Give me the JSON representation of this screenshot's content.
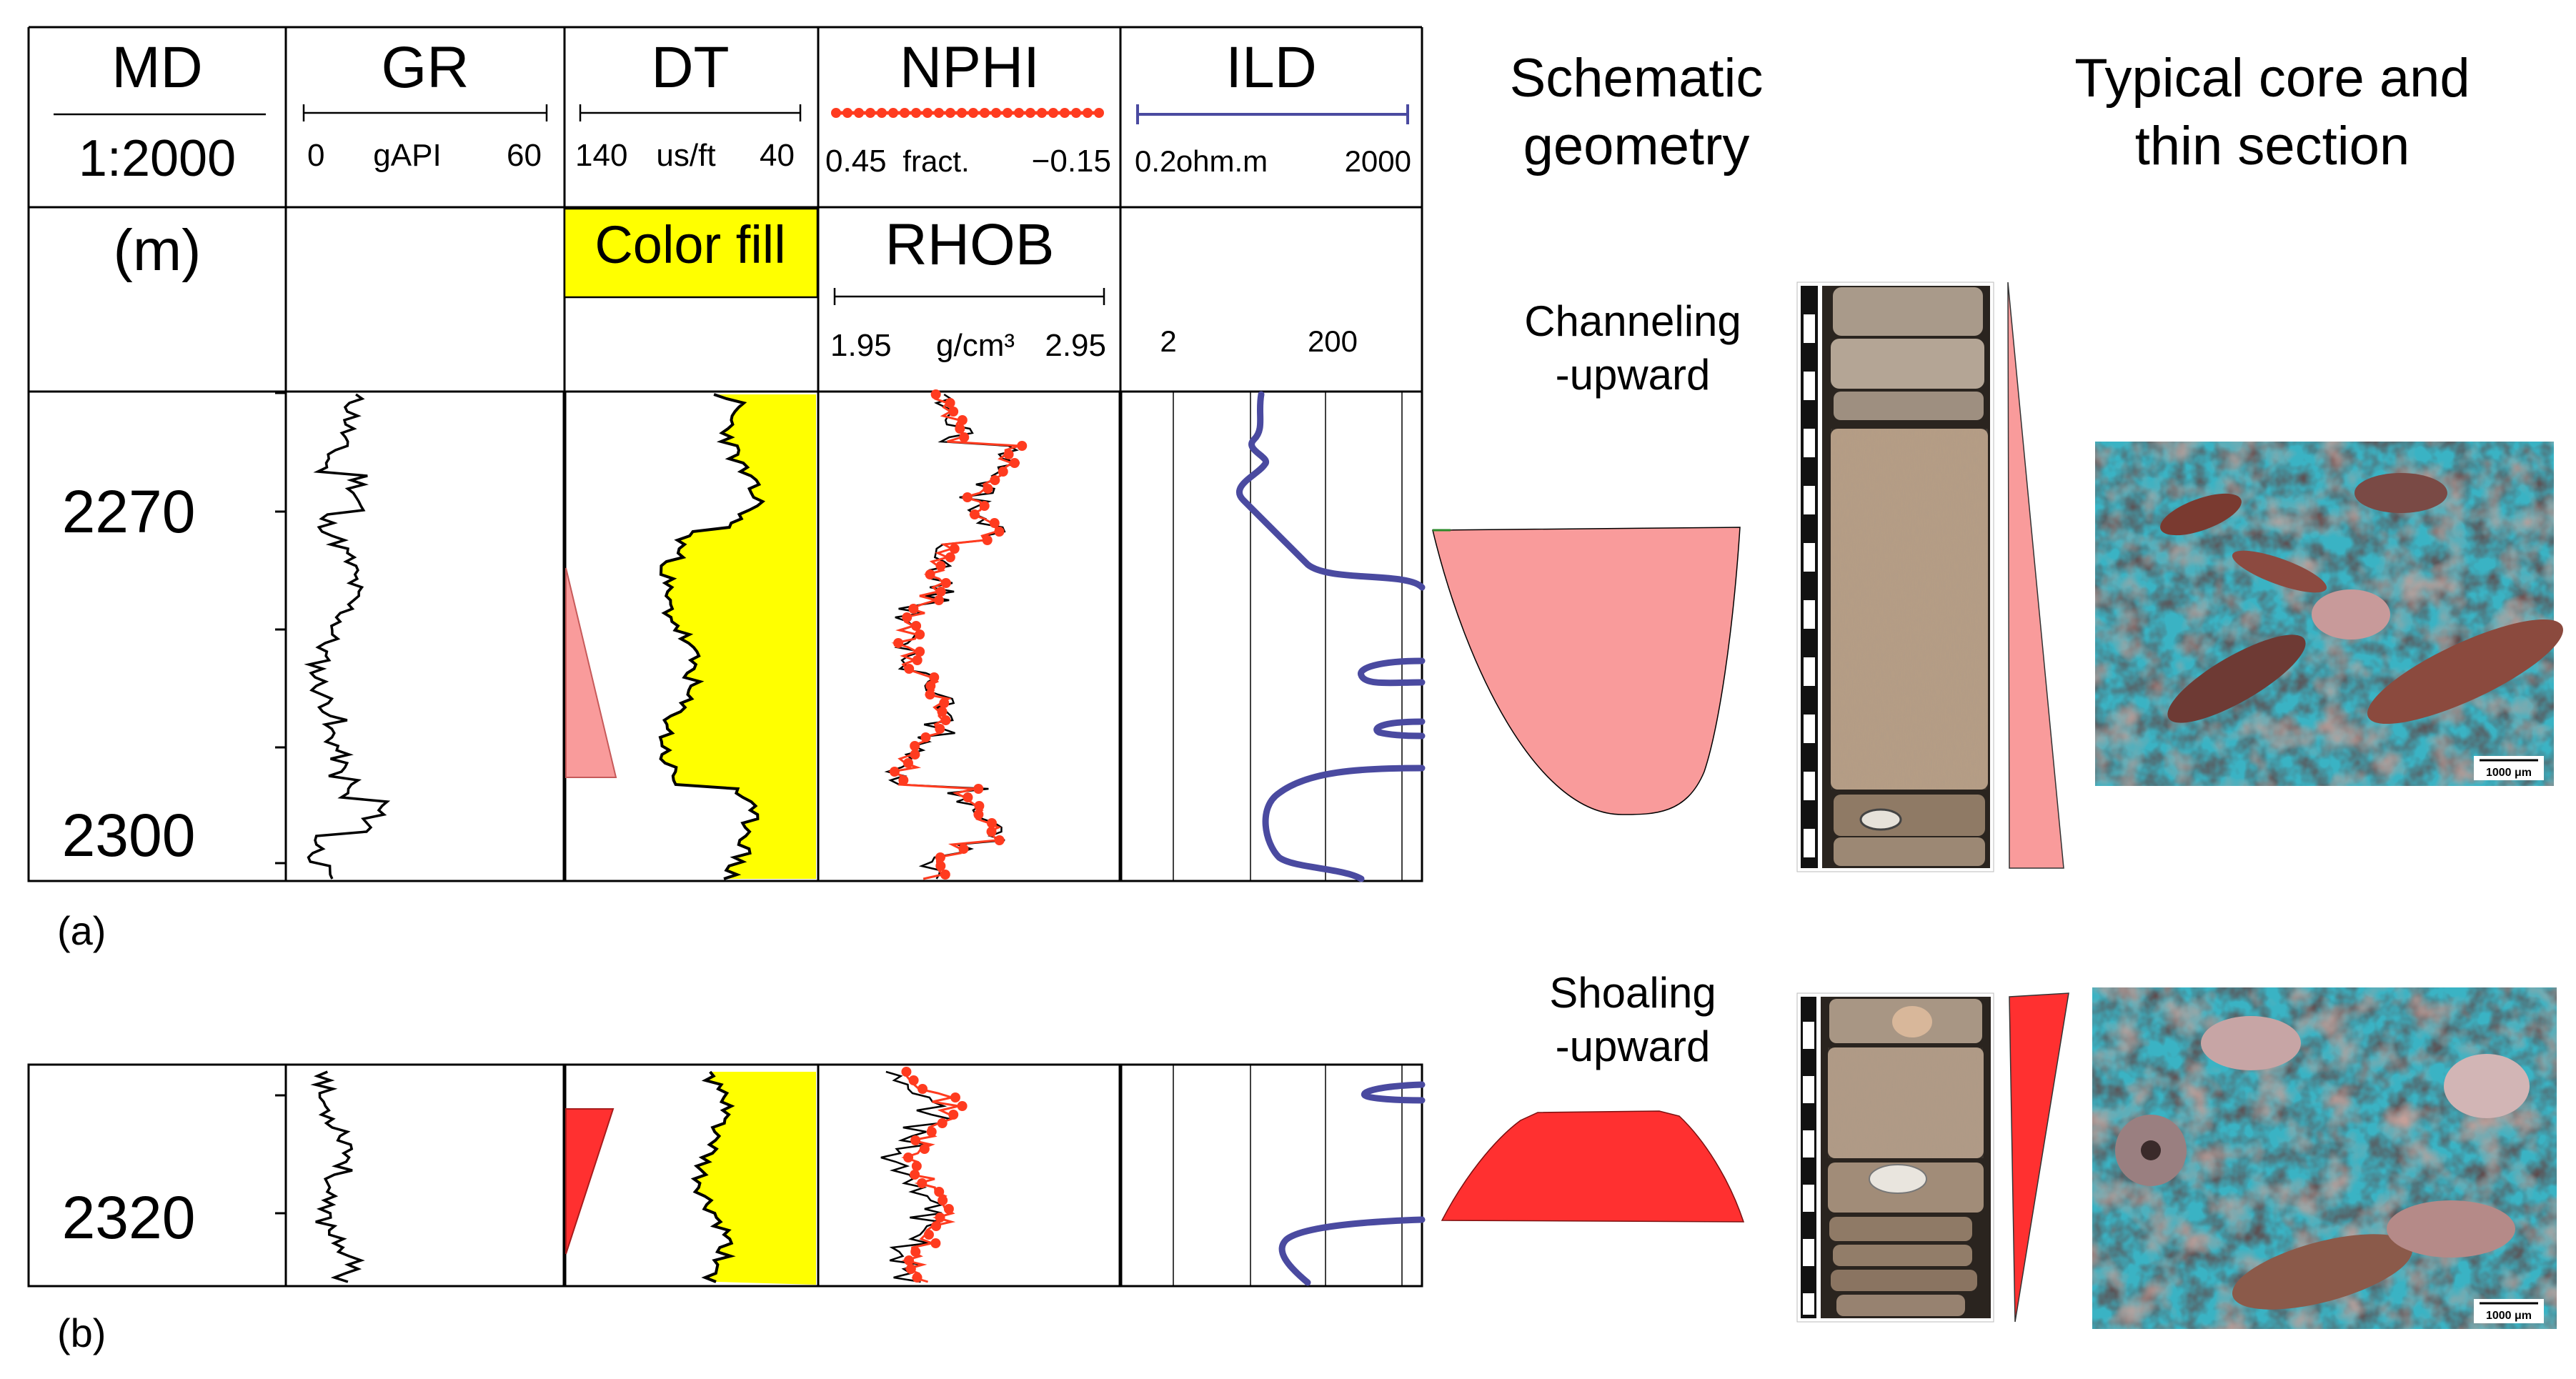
{
  "header": {
    "md_title": "MD",
    "scale": "1:2000",
    "unit": "(m)",
    "gr": {
      "name": "GR",
      "min": "0",
      "unit": "gAPI",
      "max": "60"
    },
    "dt": {
      "name": "DT",
      "min": "140",
      "unit": "us/ft",
      "max": "40"
    },
    "nphi": {
      "name": "NPHI",
      "min": "0.45",
      "unit": "fract.",
      "max": "−0.15"
    },
    "ild": {
      "name": "ILD",
      "min": "0.2",
      "unit": "ohm.m",
      "max": "2000"
    },
    "color_fill": "Color fill",
    "rhob": {
      "name": "RHOB",
      "min": "1.95",
      "unit": "g/cm³",
      "max": "2.95"
    },
    "ild_ticks": [
      "2",
      "200"
    ]
  },
  "columns": {
    "schematic_title": [
      "Schematic",
      "geometry"
    ],
    "core_title": [
      "Typical core and",
      "thin section"
    ]
  },
  "panel_a": {
    "label": "(a)",
    "depths": [
      "2270",
      "2300"
    ],
    "sequence": [
      "Channeling",
      "-upward"
    ],
    "scale_bar": "1000 μm"
  },
  "panel_b": {
    "label": "(b)",
    "depths": [
      "2320"
    ],
    "sequence": [
      "Shoaling",
      "-upward"
    ],
    "scale_bar": "1000 μm"
  },
  "colors": {
    "yellow_fill": "#ffff00",
    "channel_pink": "#f99b9b",
    "shoal_red": "#ff3030",
    "nphi_red": "#ff3b1f",
    "ild_blue": "#4a4aa0",
    "thin_section_cyan": "#3ab3c4",
    "core_tan": "#b59d85"
  }
}
